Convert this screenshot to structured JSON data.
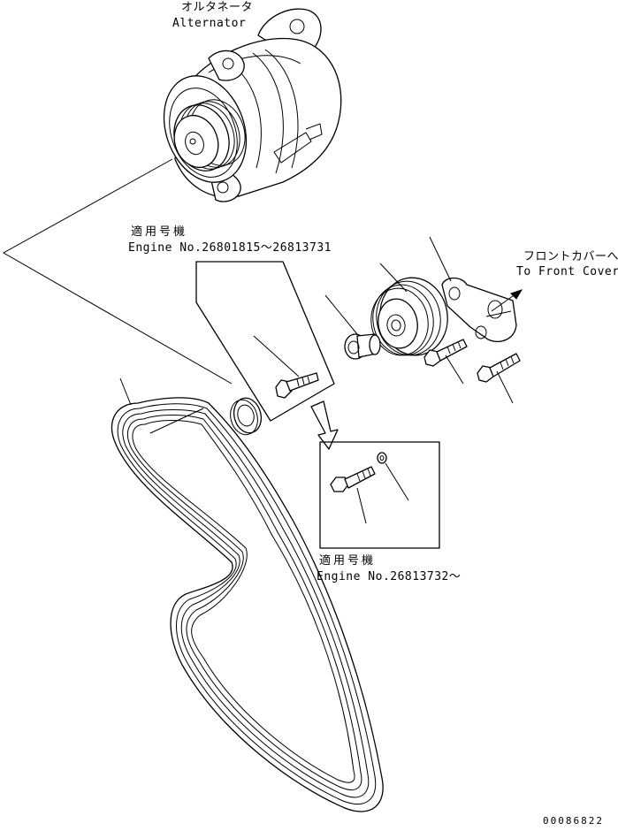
{
  "labels": {
    "alternator_jp": "オルタネータ",
    "alternator_en": "Alternator",
    "serial_top_jp": "適用号機",
    "serial_top_en": "Engine No.26801815～26813731",
    "front_cover_jp": "フロントカバーへ",
    "front_cover_en": "To Front Cover",
    "serial_bottom_jp": "適用号機",
    "serial_bottom_en": "Engine No.26813732～",
    "drawing_number": "00086822"
  }
}
